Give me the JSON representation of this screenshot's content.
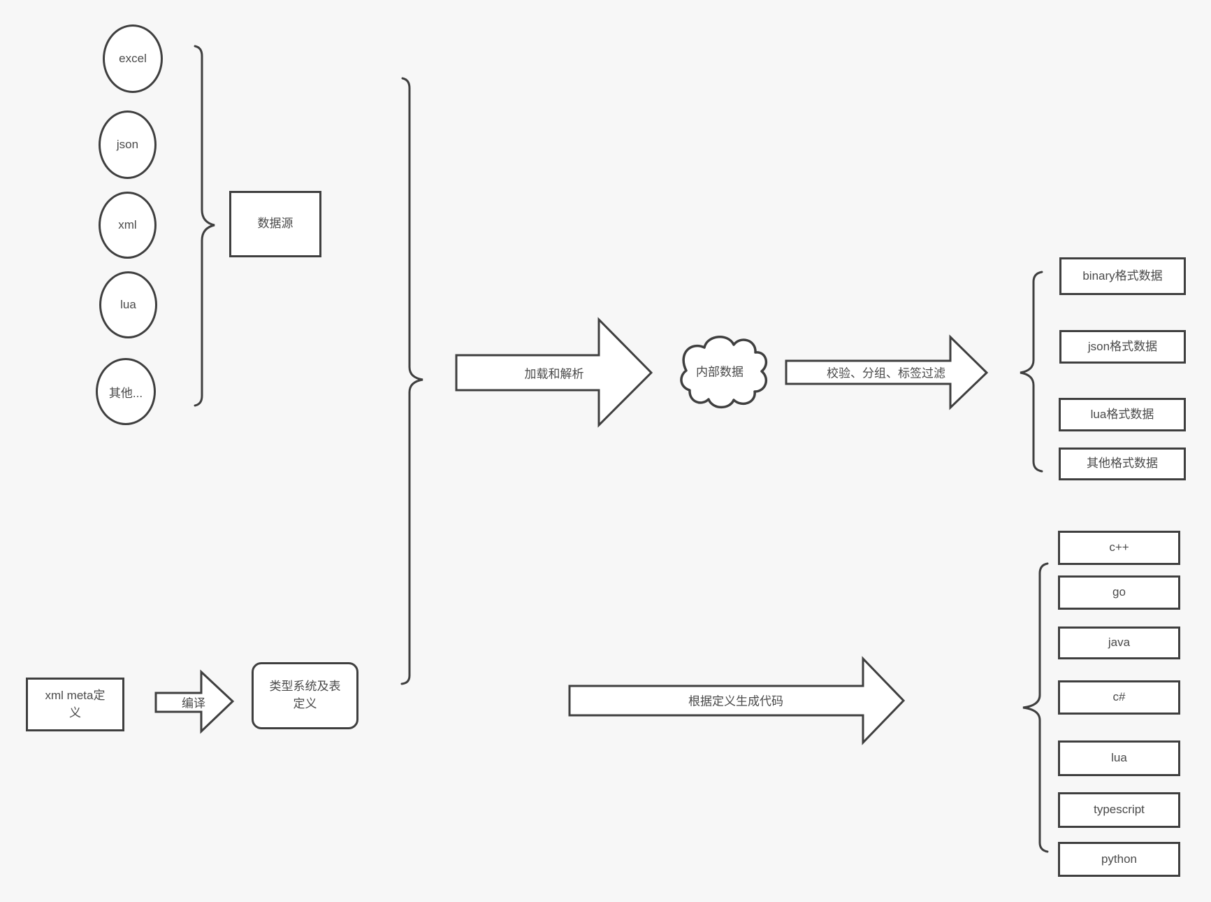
{
  "colors": {
    "background": "#f7f7f7",
    "stroke": "#3f3f3f",
    "shape_fill": "#ffffff",
    "text": "#4a4a4a"
  },
  "sources": {
    "group_label": "数据源",
    "items": [
      {
        "label": "excel"
      },
      {
        "label": "json"
      },
      {
        "label": "xml"
      },
      {
        "label": "lua"
      },
      {
        "label": "其他..."
      }
    ]
  },
  "pipeline": {
    "load_parse": "加载和解析",
    "internal_data": "内部数据",
    "filter": "校验、分组、标签过滤",
    "generate": "根据定义生成代码",
    "compile": "编译"
  },
  "definitions": {
    "xml_meta": "xml meta定\n义",
    "type_system": "类型系统及表\n定义"
  },
  "outputs": {
    "formats": [
      "binary格式数据",
      "json格式数据",
      "lua格式数据",
      "其他格式数据"
    ],
    "languages": [
      "c++",
      "go",
      "java",
      "c#",
      "lua",
      "typescript",
      "python"
    ]
  }
}
